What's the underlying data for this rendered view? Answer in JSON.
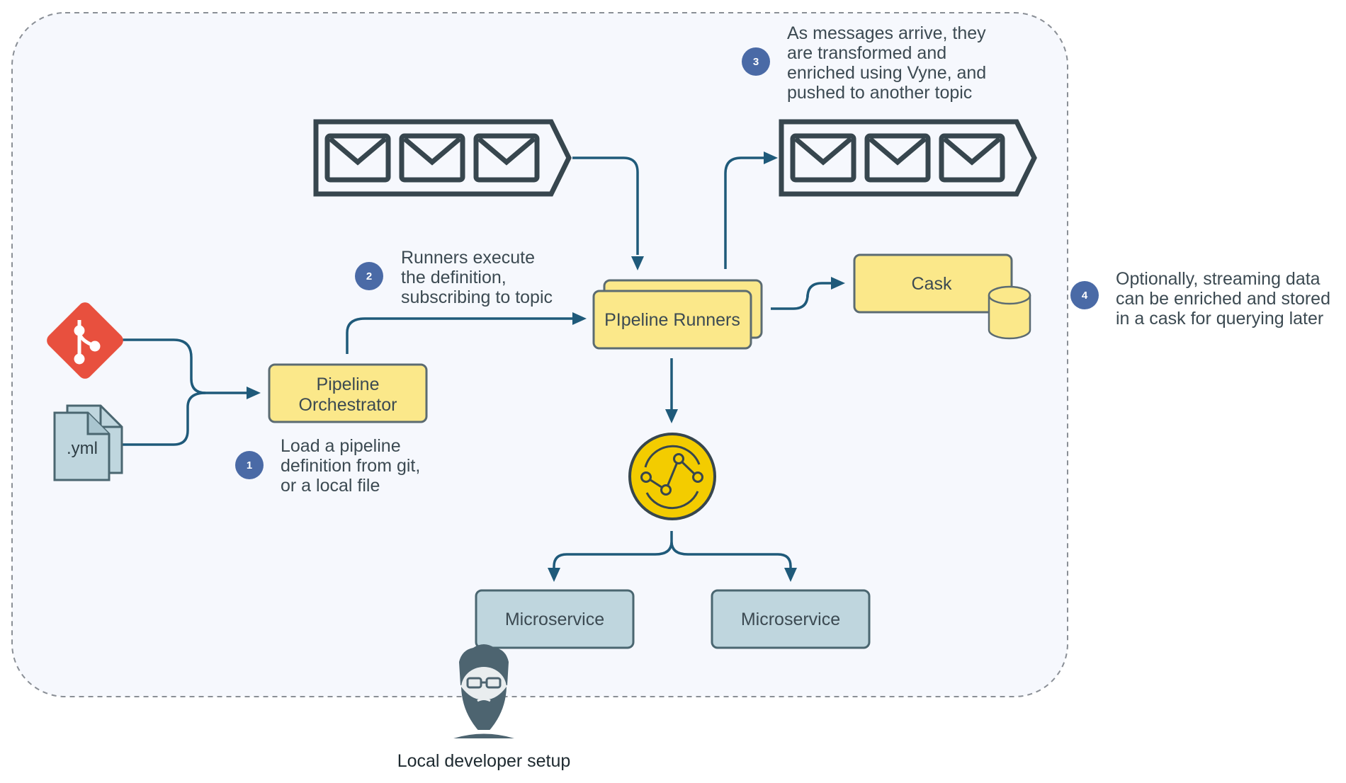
{
  "caption": "Local developer setup",
  "colors": {
    "accent_box": "#fbe88a",
    "service_box": "#bfd6de",
    "edge": "#1f5a7a",
    "badge": "#4a6aa6",
    "git": "#e8503e",
    "vyne": "#f3cc00",
    "dark": "#37464e"
  },
  "icons": {
    "git": "git-logo-icon",
    "file": "yml-file-icon",
    "queue_in": "message-queue-icon",
    "queue_out": "message-queue-icon",
    "cask_db": "database-icon",
    "vyne": "vyne-logo-icon",
    "developer": "developer-avatar-icon"
  },
  "file_label": ".yml",
  "nodes": {
    "orchestrator": [
      "Pipeline",
      "Orchestrator"
    ],
    "runners": "PIpeline Runners",
    "cask": "Cask",
    "microservice_left": "Microservice",
    "microservice_right": "Microservice"
  },
  "steps": [
    {
      "number": "1",
      "lines": [
        "Load a pipeline",
        "definition from git,",
        "or a local file"
      ]
    },
    {
      "number": "2",
      "lines": [
        "Runners execute",
        "the definition,",
        "subscribing to topic"
      ]
    },
    {
      "number": "3",
      "lines": [
        "As messages arrive, they",
        "are transformed and",
        "enriched using Vyne, and",
        "pushed to another topic"
      ]
    },
    {
      "number": "4",
      "lines": [
        "Optionally, streaming data",
        "can be enriched and stored",
        "in a cask for querying later"
      ]
    }
  ]
}
